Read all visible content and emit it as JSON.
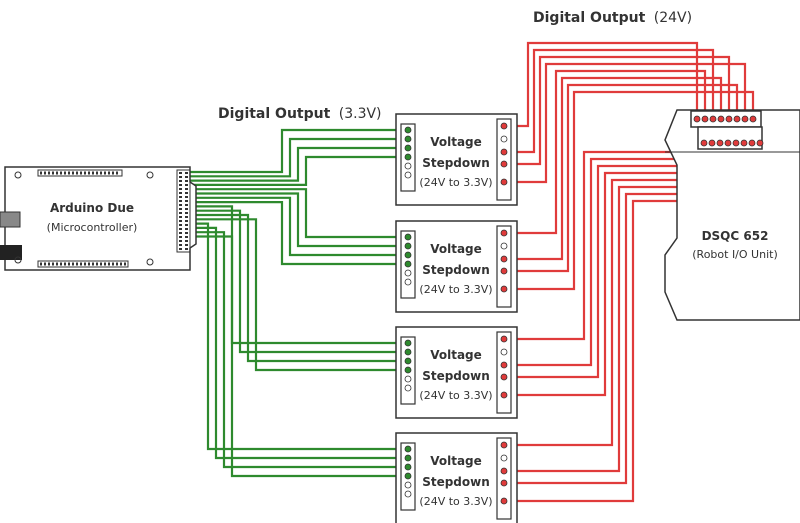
{
  "colors": {
    "green": "#2e8a2e",
    "red": "#e03b3b",
    "outline": "#333333"
  },
  "headers": {
    "digital_out_low": {
      "bold": "Digital Output",
      "rest": "(3.3V)"
    },
    "digital_out_high": {
      "bold": "Digital Output",
      "rest": "(24V)"
    }
  },
  "arduino": {
    "name": "Arduino Due",
    "sub": "(Microcontroller)"
  },
  "dsqc": {
    "name": "DSQC 652",
    "sub": "(Robot I/O Unit)"
  },
  "stepdowns": [
    {
      "line1": "Voltage",
      "line2": "Stepdown",
      "line3": "(24V to 3.3V)"
    },
    {
      "line1": "Voltage",
      "line2": "Stepdown",
      "line3": "(24V to 3.3V)"
    },
    {
      "line1": "Voltage",
      "line2": "Stepdown",
      "line3": "(24V to 3.3V)"
    },
    {
      "line1": "Voltage",
      "line2": "Stepdown",
      "line3": "(24V to 3.3V)"
    }
  ]
}
